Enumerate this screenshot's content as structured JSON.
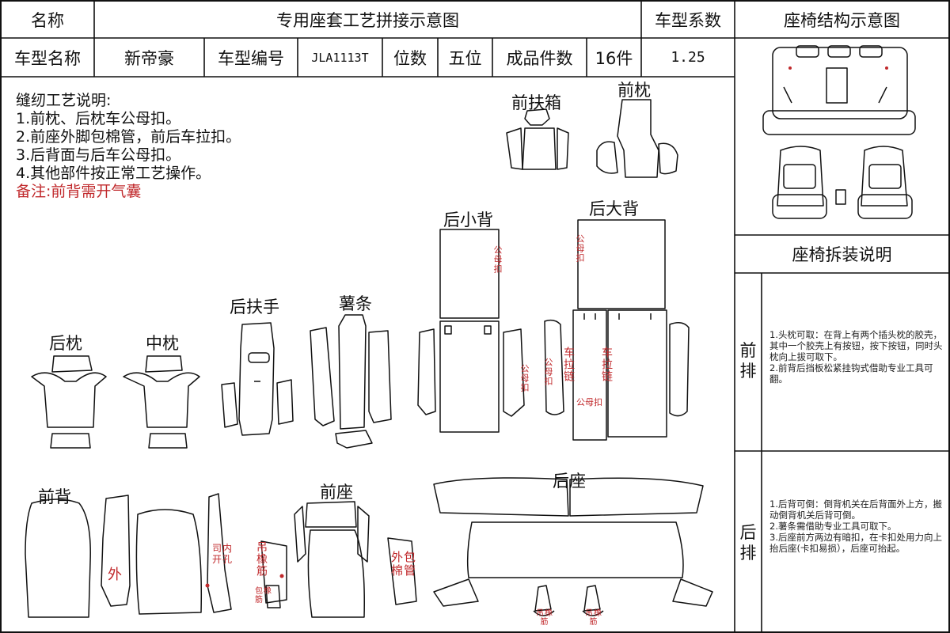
{
  "header": {
    "name_label": "名称",
    "title": "专用座套工艺拼接示意图",
    "coef_label": "车型系数",
    "structure_title": "座椅结构示意图",
    "model_name_label": "车型名称",
    "model_name": "新帝豪",
    "model_code_label": "车型编号",
    "model_code": "JLA1113T",
    "seats_label": "位数",
    "seats": "五位",
    "pieces_label": "成品件数",
    "pieces": "16件",
    "coef": "1.25"
  },
  "notes": {
    "title": "缝纫工艺说明:",
    "items": [
      "1.前枕、后枕车公母扣。",
      "2.前座外脚包棉管，前后车拉扣。",
      "3.后背面与后车公母扣。",
      "4.其他部件按正常工艺操作。"
    ],
    "remark": "备注:前背需开气囊"
  },
  "parts": {
    "front_armrest_box": "前扶箱",
    "front_headrest": "前枕",
    "rear_small_back": "后小背",
    "rear_big_back": "后大背",
    "rear_armrest": "后扶手",
    "bolster": "薯条",
    "rear_headrest": "后枕",
    "middle_headrest": "中枕",
    "front_back": "前背",
    "front_seat": "前座",
    "rear_seat": "后座"
  },
  "annotations": {
    "male_female_buckle": "公母扣",
    "car_zipper": "车拉链",
    "outer": "外",
    "inner_hole": "司内开孔",
    "hang_rib": "吊橡筋",
    "wrap_rib": "包橡筋",
    "wrap_cotton_tube": "外包棉管",
    "hang_rib_small": "吊橡筋"
  },
  "disassembly": {
    "title": "座椅拆装说明",
    "front_label": "前排",
    "front_text": "1.头枕可取：在背上有两个插头枕的胶壳，其中一个胶壳上有按钮，按下按钮，同时头枕向上拔可取下。\n2.前背后挡板松紧挂钩式借助专业工具可翻。",
    "rear_label": "后排",
    "rear_text": "1.后背可倒：倒背机关在后背面外上方，搬动倒背机关后背可倒。\n2.薯条需借助专业工具可取下。\n3.后座前方两边有暗扣，在卡扣处用力向上抬后座(卡扣易损），后座可抬起。"
  },
  "colors": {
    "accent_red": "#c0282b",
    "line": "#111111"
  }
}
